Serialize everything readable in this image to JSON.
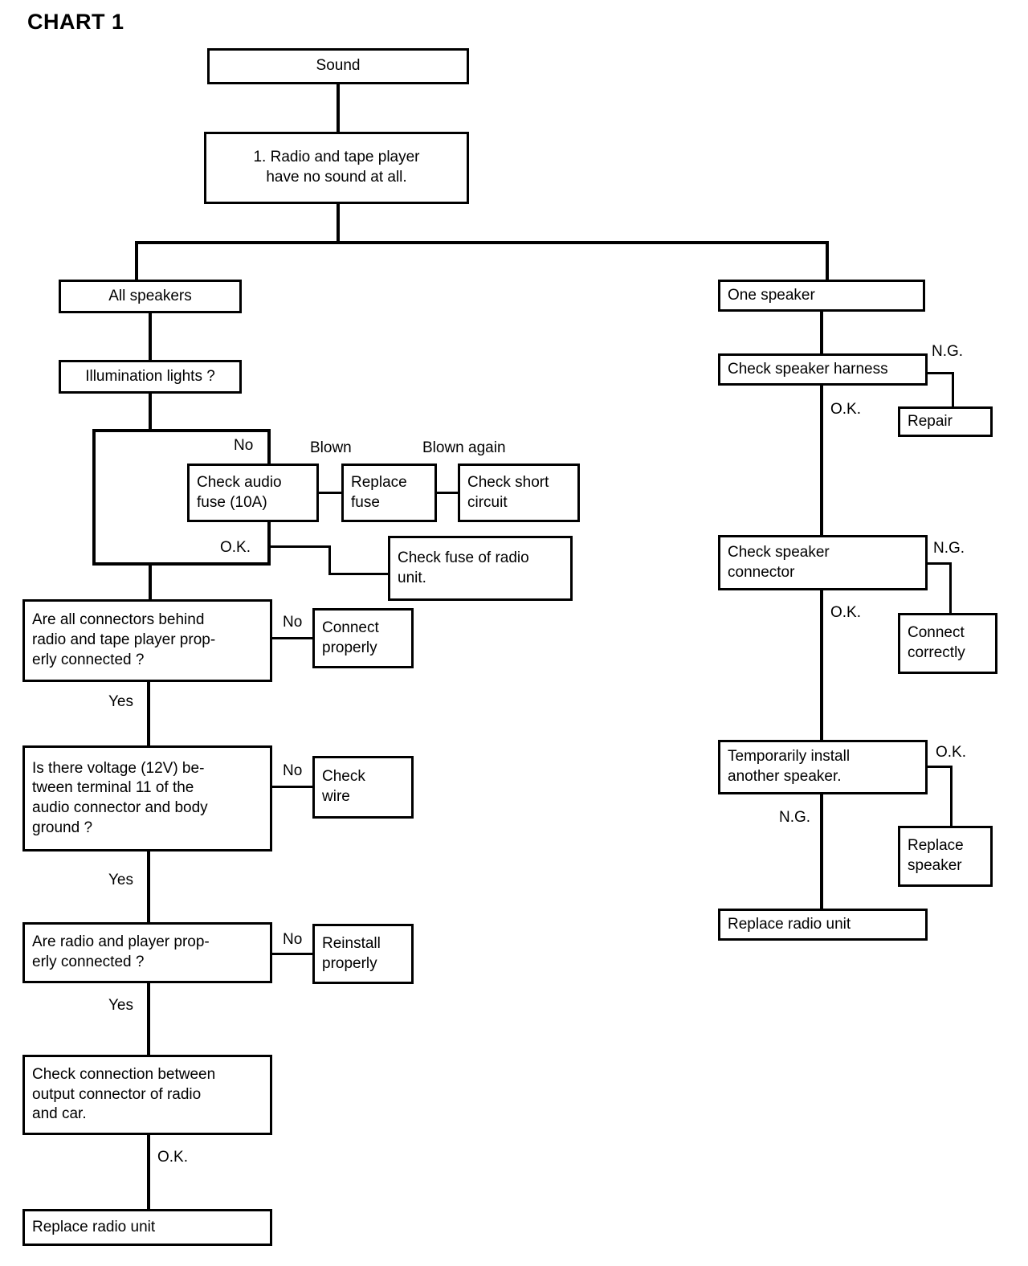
{
  "title": "CHART 1",
  "chart_data": {
    "type": "diagram",
    "diagram_kind": "troubleshooting-flowchart",
    "title": "CHART 1",
    "nodes": [
      {
        "id": "sound",
        "label": "Sound"
      },
      {
        "id": "symptom",
        "label": "1. Radio and tape player\nhave no sound at all.",
        "lines": [
          "1. Radio and tape player",
          "have no sound at all."
        ]
      },
      {
        "id": "all-speakers",
        "label": "All speakers"
      },
      {
        "id": "illumination",
        "label": "Illumination lights ?"
      },
      {
        "id": "check-audio-fuse",
        "label": "Check audio\nfuse (10A)",
        "lines": [
          "Check audio",
          "fuse (10A)"
        ]
      },
      {
        "id": "replace-fuse",
        "label": "Replace\nfuse",
        "lines": [
          "Replace",
          "fuse"
        ]
      },
      {
        "id": "check-short-circuit",
        "label": "Check short\ncircuit",
        "lines": [
          "Check short",
          "circuit"
        ]
      },
      {
        "id": "check-fuse-radio",
        "label": "Check fuse of radio\nunit.",
        "lines": [
          "Check fuse of radio",
          "unit."
        ]
      },
      {
        "id": "connectors-behind",
        "label": "Are all connectors behind\nradio and tape player prop-\nerly connected ?",
        "lines": [
          "Are all connectors behind",
          "radio and tape player prop-",
          "erly connected ?"
        ]
      },
      {
        "id": "connect-properly",
        "label": "Connect\nproperly",
        "lines": [
          "Connect",
          "properly"
        ]
      },
      {
        "id": "voltage-12v",
        "label": "Is there voltage (12V) be-\ntween terminal 11 of the\naudio connector and body\nground ?",
        "lines": [
          "Is there voltage (12V) be-",
          "tween terminal 11 of the",
          "audio connector and body",
          "ground ?"
        ]
      },
      {
        "id": "check-wire",
        "label": "Check\nwire",
        "lines": [
          "Check",
          "wire"
        ]
      },
      {
        "id": "radio-player-connected",
        "label": "Are radio and player prop-\nerly connected ?",
        "lines": [
          "Are radio and player prop-",
          "erly connected ?"
        ]
      },
      {
        "id": "reinstall-properly",
        "label": "Reinstall\nproperly",
        "lines": [
          "Reinstall",
          "properly"
        ]
      },
      {
        "id": "check-output-connection",
        "label": "Check connection between\noutput connector of radio\nand car.",
        "lines": [
          "Check connection between",
          "output connector of radio",
          "and car."
        ]
      },
      {
        "id": "replace-radio-unit-left",
        "label": "Replace radio unit"
      },
      {
        "id": "one-speaker",
        "label": "One speaker"
      },
      {
        "id": "check-speaker-harness",
        "label": "Check speaker harness"
      },
      {
        "id": "repair",
        "label": "Repair"
      },
      {
        "id": "check-speaker-connector",
        "label": "Check speaker\nconnector",
        "lines": [
          "Check speaker",
          "connector"
        ]
      },
      {
        "id": "connect-correctly",
        "label": "Connect\ncorrectly",
        "lines": [
          "Connect",
          "correctly"
        ]
      },
      {
        "id": "temp-install-speaker",
        "label": "Temporarily install\nanother speaker.",
        "lines": [
          "Temporarily install",
          "another speaker."
        ]
      },
      {
        "id": "replace-speaker",
        "label": "Replace\nspeaker",
        "lines": [
          "Replace",
          "speaker"
        ]
      },
      {
        "id": "replace-radio-unit-right",
        "label": "Replace radio unit"
      }
    ],
    "edge_labels": [
      {
        "id": "no-illumination",
        "text": "No",
        "from": "illumination",
        "to": "check-audio-fuse"
      },
      {
        "id": "blown",
        "text": "Blown",
        "from": "check-audio-fuse",
        "to": "replace-fuse"
      },
      {
        "id": "blown-again",
        "text": "Blown again",
        "from": "replace-fuse",
        "to": "check-short-circuit"
      },
      {
        "id": "ok-fuse",
        "text": "O.K.",
        "from": "check-audio-fuse",
        "to": "check-fuse-radio"
      },
      {
        "id": "no-connectors",
        "text": "No",
        "from": "connectors-behind",
        "to": "connect-properly"
      },
      {
        "id": "yes-connectors",
        "text": "Yes",
        "from": "connectors-behind",
        "to": "voltage-12v"
      },
      {
        "id": "no-voltage",
        "text": "No",
        "from": "voltage-12v",
        "to": "check-wire"
      },
      {
        "id": "yes-voltage",
        "text": "Yes",
        "from": "voltage-12v",
        "to": "radio-player-connected"
      },
      {
        "id": "no-radio-player",
        "text": "No",
        "from": "radio-player-connected",
        "to": "reinstall-properly"
      },
      {
        "id": "yes-radio-player",
        "text": "Yes",
        "from": "radio-player-connected",
        "to": "check-output-connection"
      },
      {
        "id": "ok-output",
        "text": "O.K.",
        "from": "check-output-connection",
        "to": "replace-radio-unit-left"
      },
      {
        "id": "ng-harness",
        "text": "N.G.",
        "from": "check-speaker-harness",
        "to": "repair"
      },
      {
        "id": "ok-harness",
        "text": "O.K.",
        "from": "check-speaker-harness",
        "to": "check-speaker-connector"
      },
      {
        "id": "ng-connector",
        "text": "N.G.",
        "from": "check-speaker-connector",
        "to": "connect-correctly"
      },
      {
        "id": "ok-connector",
        "text": "O.K.",
        "from": "check-speaker-connector",
        "to": "temp-install-speaker"
      },
      {
        "id": "ok-temp",
        "text": "O.K.",
        "from": "temp-install-speaker",
        "to": "replace-speaker"
      },
      {
        "id": "ng-temp",
        "text": "N.G.",
        "from": "temp-install-speaker",
        "to": "replace-radio-unit-right"
      }
    ]
  },
  "nodes": {
    "sound": "Sound",
    "symptom_l1": "1. Radio and tape player",
    "symptom_l2": "have no sound at all.",
    "all_speakers": "All speakers",
    "illumination": "Illumination lights ?",
    "check_audio_fuse_l1": "Check audio",
    "check_audio_fuse_l2": "fuse (10A)",
    "replace_fuse_l1": "Replace",
    "replace_fuse_l2": "fuse",
    "check_short_l1": "Check short",
    "check_short_l2": "circuit",
    "check_fuse_radio_l1": "Check fuse of radio",
    "check_fuse_radio_l2": "unit.",
    "connectors_l1": "Are all connectors behind",
    "connectors_l2": "radio and tape player prop-",
    "connectors_l3": "erly connected ?",
    "connect_properly_l1": "Connect",
    "connect_properly_l2": "properly",
    "voltage_l1": "Is there voltage (12V) be-",
    "voltage_l2": "tween terminal 11 of the",
    "voltage_l3": "audio connector and body",
    "voltage_l4": "ground ?",
    "check_wire_l1": "Check",
    "check_wire_l2": "wire",
    "radio_player_l1": "Are radio and player prop-",
    "radio_player_l2": "erly connected ?",
    "reinstall_l1": "Reinstall",
    "reinstall_l2": "properly",
    "output_conn_l1": "Check connection between",
    "output_conn_l2": "output connector of radio",
    "output_conn_l3": "and car.",
    "replace_radio_left": "Replace radio unit",
    "one_speaker": "One speaker",
    "check_speaker_harness": "Check speaker harness",
    "repair": "Repair",
    "check_speaker_connector_l1": "Check speaker",
    "check_speaker_connector_l2": "connector",
    "connect_correctly_l1": "Connect",
    "connect_correctly_l2": "correctly",
    "temp_install_l1": "Temporarily install",
    "temp_install_l2": "another speaker.",
    "replace_speaker_l1": "Replace",
    "replace_speaker_l2": "speaker",
    "replace_radio_right": "Replace radio unit"
  },
  "labels": {
    "no_illumination": "No",
    "blown": "Blown",
    "blown_again": "Blown again",
    "ok_fuse": "O.K.",
    "no_connectors": "No",
    "yes_connectors": "Yes",
    "no_voltage": "No",
    "yes_voltage": "Yes",
    "no_radio_player": "No",
    "yes_radio_player": "Yes",
    "ok_output": "O.K.",
    "ng_harness": "N.G.",
    "ok_harness": "O.K.",
    "ng_connector": "N.G.",
    "ok_connector": "O.K.",
    "ok_temp": "O.K.",
    "ng_temp": "N.G."
  }
}
